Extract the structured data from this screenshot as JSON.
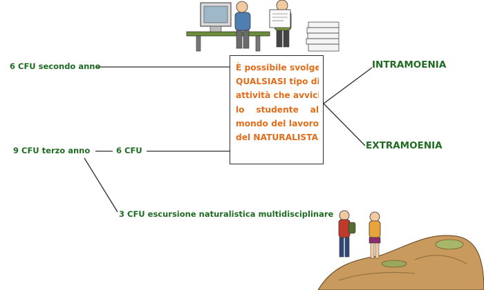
{
  "left": {
    "second_year": "6 CFU secondo anno",
    "third_year": "9 CFU terzo anno",
    "split_6": "6 CFU",
    "excursion": "3 CFU escursione naturalistica multidisciplinare"
  },
  "box": {
    "lines": [
      "È possibile svolgere",
      "QUALSIASI tipo di",
      "attività che avvicini",
      "lo studente al",
      "mondo del lavoro",
      "del NATURALISTA."
    ]
  },
  "right": {
    "intra": "INTRAMOENIA",
    "extra": "EXTRAMOENIA"
  },
  "colors": {
    "label_green": "#1e6b22",
    "box_text_orange": "#e06d1a",
    "line": "#2a2a2a"
  },
  "icons": {
    "top": "office-workers-illustration",
    "bottom": "hikers-on-hill-illustration"
  }
}
